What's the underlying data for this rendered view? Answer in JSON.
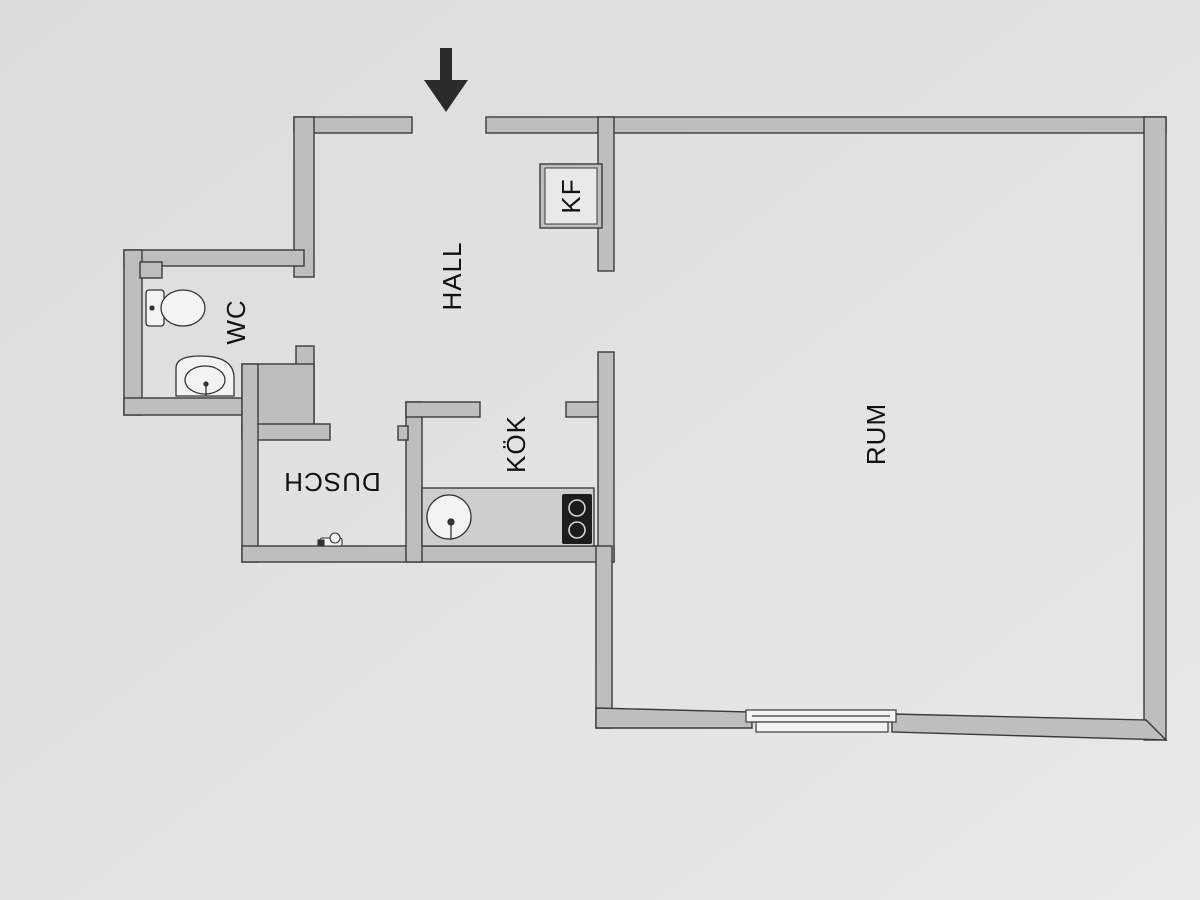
{
  "plan": {
    "entrance_marker": "arrow-down-icon",
    "rooms": {
      "hall": "HALL",
      "wc": "WC",
      "kok": "KÖK",
      "dusch": "DUSCH",
      "kf": "KF",
      "rum": "RUM"
    },
    "fixtures": {
      "toilet": "toilet-icon",
      "wc_sink": "washbasin-icon",
      "kitchen_sink": "sink-icon",
      "stove": "stove-icon",
      "shower_tap": "shower-tap-icon",
      "window": "window-icon"
    }
  },
  "colors": {
    "paper": "#e4e5e3",
    "wall_fill": "#bdbebd",
    "wall_line": "#3a3a3a",
    "floor": "#e9eae8",
    "counter": "#cdcecd",
    "text": "#111111"
  }
}
